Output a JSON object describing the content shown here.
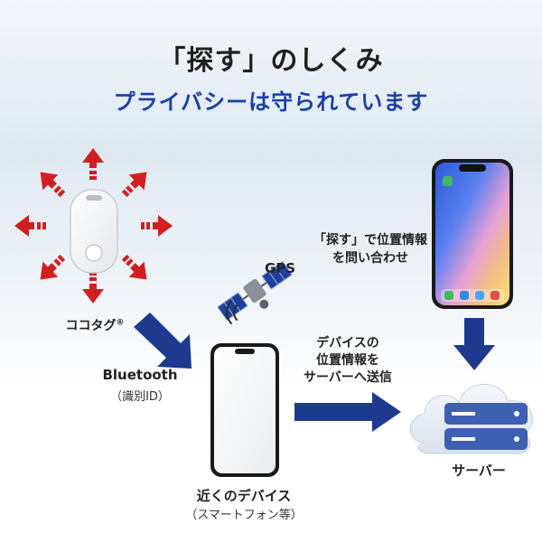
{
  "title": "「探す」のしくみ",
  "subtitle": "プライバシーは守られています",
  "tag": {
    "name": "ココタグ",
    "mark": "®"
  },
  "bluetooth": {
    "label": "Bluetooth",
    "sub": "（識別ID）"
  },
  "gps": {
    "label": "GPS"
  },
  "nearby_device": {
    "label": "近くのデバイス",
    "sub": "（スマートフォン等）"
  },
  "send_info": {
    "line1": "デバイスの",
    "line2": "位置情報を",
    "line3": "サーバーへ送信"
  },
  "query": {
    "line1": "「探す」で位置情報",
    "line2": "を問い合わせ"
  },
  "server": {
    "label": "サーバー"
  },
  "colors": {
    "title": "#1f1f1f",
    "subtitle": "#1b3fa6",
    "signal_arrows": "#d11f1f",
    "flow_arrows": "#1d3a8f",
    "cloud": "#e6ecf5",
    "server_bars": "#3f5fb3"
  }
}
